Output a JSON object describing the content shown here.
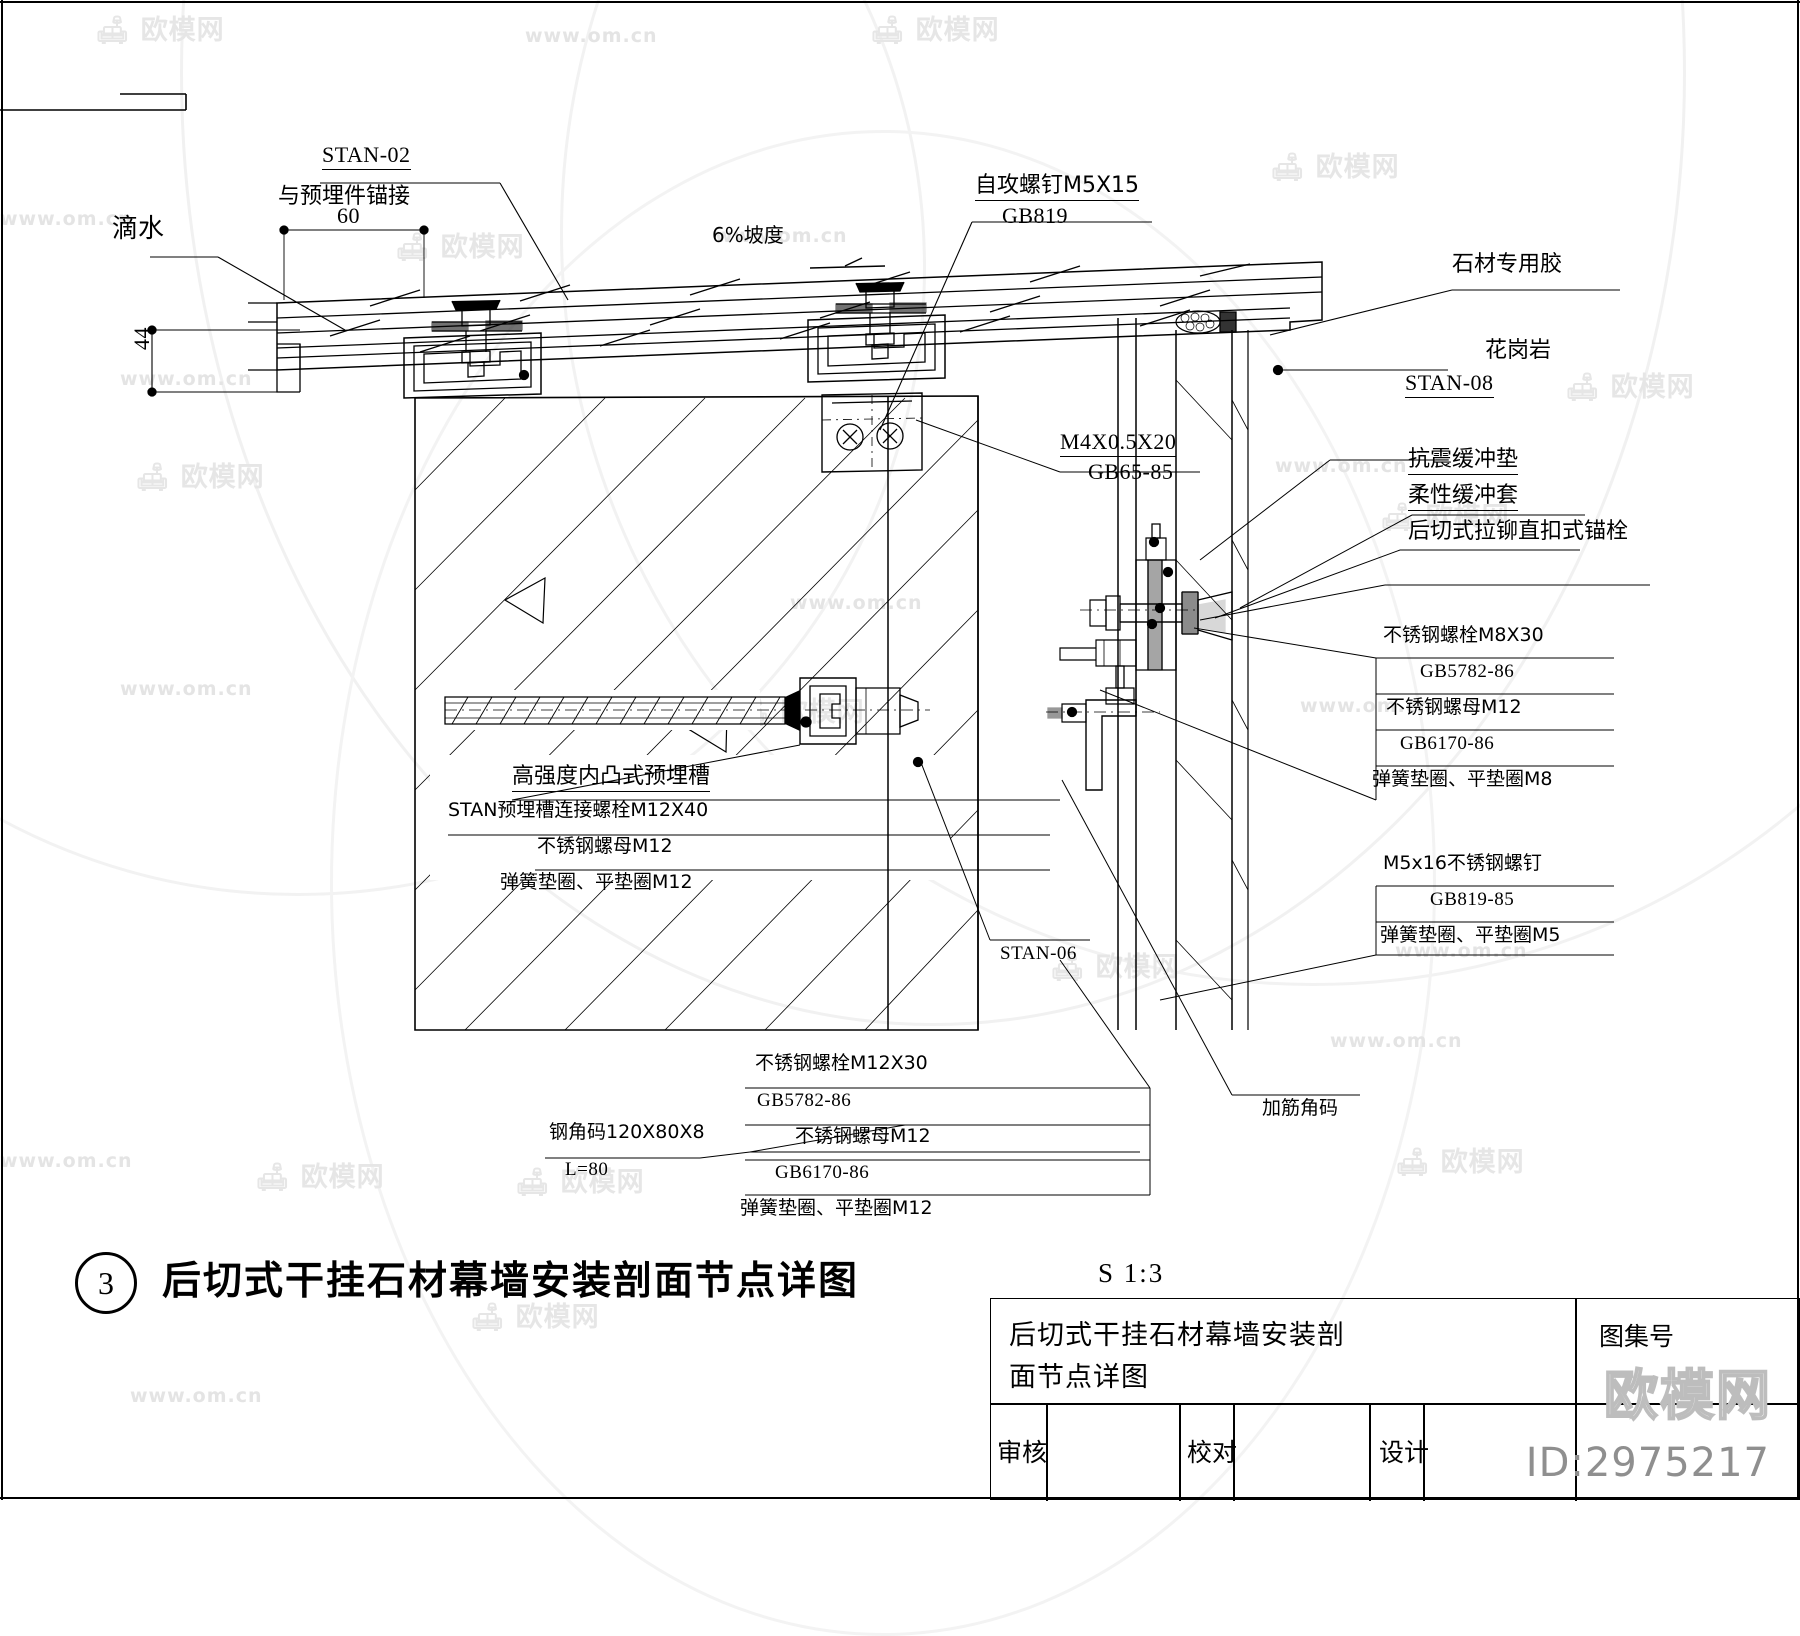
{
  "drawing": {
    "number": "3",
    "title": "后切式干挂石材幕墙安装剖面节点详图",
    "scale": "S 1:3"
  },
  "dimensions": {
    "width_60": "60",
    "height_44": "44",
    "slope": "6%坡度"
  },
  "callouts": {
    "stan02": {
      "line1": "STAN-02",
      "line2": "与预埋件锚接"
    },
    "drip": {
      "line1": "滴水"
    },
    "self_tapping_screw": {
      "line1": "自攻螺钉M5X15",
      "line2": "GB819"
    },
    "stone_adhesive": {
      "line1": "石材专用胶"
    },
    "granite": {
      "line1": "花岗岩"
    },
    "stan08": {
      "line1": "STAN-08"
    },
    "seismic_pad": {
      "line1": "抗震缓冲垫"
    },
    "flexible_sleeve": {
      "line1": "柔性缓冲套"
    },
    "undercut_anchor": {
      "line1": "后切式拉铆直扣式锚栓"
    },
    "screw_m4": {
      "line1": "M4X0.5X20",
      "line2": "GB65-85"
    },
    "embedded_channel": {
      "line1": "高强度内凸式预埋槽"
    },
    "stan_channel_bolt": {
      "line1": "STAN预埋槽连接螺栓M12X40",
      "line2": "不锈钢螺母M12",
      "line3": "弹簧垫圈、平垫圈M12"
    },
    "stan06": {
      "line1": "STAN-06"
    },
    "ss_bolt_m8": {
      "line1": "不锈钢螺栓M8X30",
      "line2": "GB5782-86",
      "line3": "不锈钢螺母M12",
      "line4": "GB6170-86",
      "line5": "弹簧垫圈、平垫圈M8"
    },
    "ss_screw_m5": {
      "line1": "M5x16不锈钢螺钉",
      "line2": "GB819-85",
      "line3": "弹簧垫圈、平垫圈M5"
    },
    "ss_bolt_m12": {
      "line1": "不锈钢螺栓M12X30",
      "line2": "GB5782-86",
      "line3": "不锈钢螺母M12",
      "line4": "GB6170-86",
      "line5": "弹簧垫圈、平垫圈M12"
    },
    "steel_angle": {
      "line1": "钢角码120X80X8",
      "line2": "L=80"
    },
    "stiffener_angle": {
      "line1": "加筋角码"
    }
  },
  "title_block": {
    "name_line1": "后切式干挂石材幕墙安装剖",
    "name_line2": "面节点详图",
    "atlas_no": "图集号",
    "review": "审核",
    "check": "校对",
    "design": "设计"
  },
  "watermarks": {
    "url": "www.om.cn",
    "logo": "欧模网",
    "brand": "欧模网",
    "id": "ID:2975217"
  },
  "colors": {
    "line": "#000000",
    "background": "#ffffff",
    "watermark": "#e9e9e9"
  }
}
